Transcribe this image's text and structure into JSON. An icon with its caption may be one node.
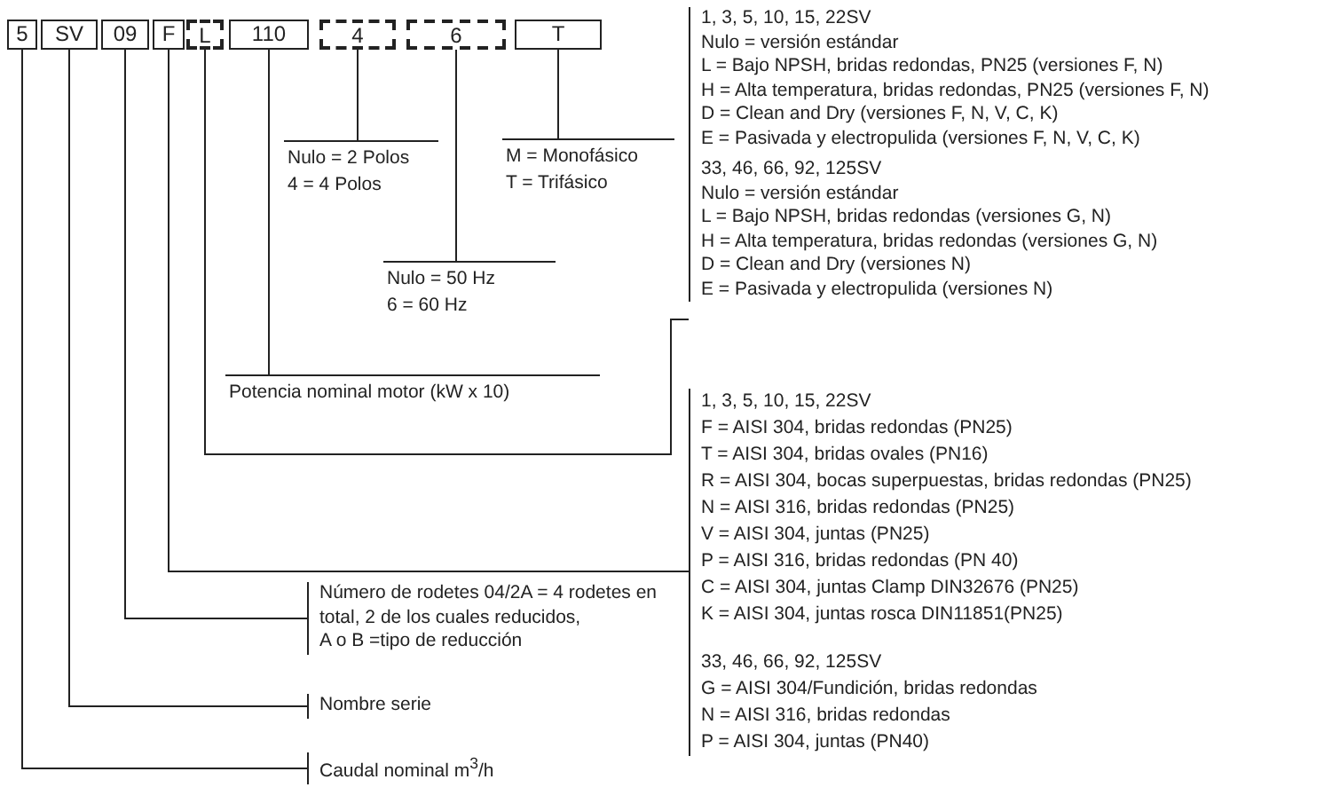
{
  "diagram": {
    "nodes": [
      {
        "text": [
          "5"
        ]
      },
      {
        "text": [
          "SV"
        ]
      },
      {
        "text": [
          "09"
        ]
      },
      {
        "text": [
          "F"
        ]
      },
      {
        "text": [
          "L"
        ]
      },
      {
        "text": [
          "110"
        ]
      },
      {
        "text": [
          "4"
        ]
      },
      {
        "text": [
          "6"
        ]
      },
      {
        "text": [
          "T"
        ]
      },
      {
        "text": [
          "Nulo = 2 Polos",
          "4 = 4 Polos"
        ]
      },
      {
        "text": [
          "M = Monofásico",
          "T = Trifásico"
        ]
      },
      {
        "text": [
          "Nulo = 50 Hz",
          "6 = 60 Hz"
        ]
      },
      {
        "text": [
          "Potencia nominal motor (kW x 10)"
        ]
      },
      {
        "text": [
          "1, 3, 5, 10, 15, 22SV",
          "Nulo = versión estándar",
          "L = Bajo NPSH, bridas redondas, PN25 (versiones F, N)",
          "H = Alta temperatura, bridas redondas, PN25 (versiones F, N)",
          "D = Clean and Dry (versiones F, N, V, C, K)",
          "E = Pasivada y electropulida (versiones F, N, V, C, K)",
          "33, 46, 66, 92, 125SV",
          "Nulo = versión estándar",
          "L = Bajo NPSH, bridas redondas (versiones G, N)",
          "H = Alta temperatura, bridas redondas (versiones G, N)",
          "D = Clean and Dry (versiones N)",
          "E = Pasivada y electropulida (versiones N)"
        ]
      },
      {
        "text": [
          "1, 3, 5, 10, 15, 22SV",
          "F = AISI 304, bridas redondas (PN25)",
          "T = AISI 304, bridas ovales (PN16)",
          "R = AISI 304, bocas superpuestas, bridas redondas (PN25)",
          "N = AISI 316, bridas redondas (PN25)",
          "V = AISI 304, juntas (PN25)",
          "P = AISI 316, bridas redondas (PN 40)",
          "C = AISI 304, juntas Clamp DIN32676 (PN25)",
          "K = AISI 304, juntas rosca DIN11851(PN25)",
          "33, 46, 66, 92, 125SV",
          "G = AISI 304/Fundición, bridas redondas",
          "N = AISI 316, bridas redondas",
          "P = AISI 304, juntas (PN40)"
        ]
      },
      {
        "text": [
          "Número de rodetes 04/2A = 4 rodetes en total, 2 de los cuales reducidos,",
          "A o B =tipo de reducción"
        ]
      },
      {
        "text": [
          "Nombre serie"
        ]
      },
      {
        "text": [
          "Caudal nominal m$^{3}$/h"
        ]
      }
    ],
    "edges": [
      {
        "from": 6,
        "to": 9,
        "arrow": "none"
      },
      {
        "from": 8,
        "to": 10,
        "arrow": "none"
      },
      {
        "from": 7,
        "to": 11,
        "arrow": "none"
      },
      {
        "from": 5,
        "to": 12,
        "arrow": "none"
      },
      {
        "from": 4,
        "to": 13,
        "arrow": "none"
      },
      {
        "from": 3,
        "to": 14,
        "arrow": "none"
      },
      {
        "from": 2,
        "to": 15,
        "arrow": "none"
      },
      {
        "from": 1,
        "to": 16,
        "arrow": "none"
      },
      {
        "from": 0,
        "to": 17,
        "arrow": "none"
      }
    ]
  }
}
